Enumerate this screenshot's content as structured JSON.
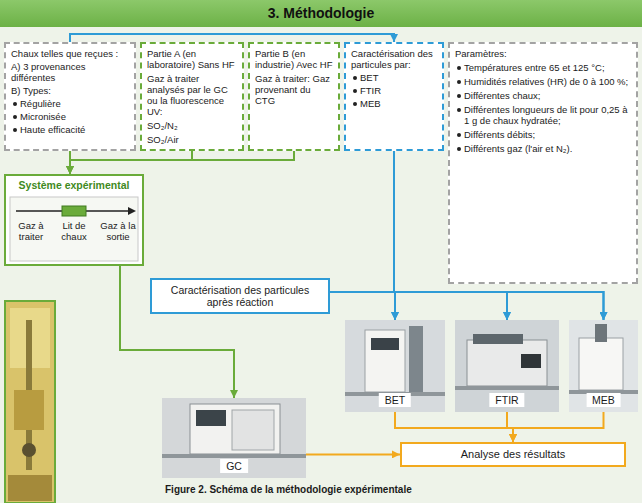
{
  "diagram": {
    "title": "3. Méthodologie",
    "caption": "Figure 2. Schéma de la méthodologie expérimentale",
    "nodes": [
      {
        "text": [
          "Chaux telles que reçues :",
          "A) 3 provenances différentes",
          "B) Types:",
          "Régulière",
          "Micronisée",
          "Haute efficacité"
        ]
      },
      {
        "text": [
          "Partie A (en laboratoire) Sans HF",
          "Gaz à traiter analysés par le GC ou la fluorescence UV:",
          "SO₂/N₂",
          "SO₂/Air"
        ]
      },
      {
        "text": [
          "Partie B (en industrie) Avec HF",
          "Gaz à traiter: Gaz provenant du CTG"
        ]
      },
      {
        "text": [
          "Caractérisation des particules par:",
          "BET",
          "FTIR",
          "MEB"
        ]
      },
      {
        "text": [
          "Paramètres:",
          "Températures entre 65 et 125 °C;",
          "Humidités relatives (HR) de 0 à 100 %;",
          "Différentes chaux;",
          "Différentes longueurs de lit pour 0,25 à 1 g de chaux hydratée;",
          "Différents débits;",
          "Différents gaz (l'air et N₂)."
        ]
      },
      {
        "text": [
          "Système expérimental",
          "Gaz à traiter",
          "Lit de chaux",
          "Gaz à la sortie"
        ]
      },
      {
        "text": [
          "Caractérisation des particules après réaction"
        ]
      },
      {
        "text": [
          "BET"
        ]
      },
      {
        "text": [
          "FTIR"
        ]
      },
      {
        "text": [
          "MEB"
        ]
      },
      {
        "text": [
          "GC"
        ]
      },
      {
        "text": [
          "Analyse des résultats"
        ]
      }
    ],
    "edges": [
      {
        "from": 0,
        "to": 3,
        "arrow": "to"
      },
      {
        "from": 0,
        "to": 5,
        "arrow": "to"
      },
      {
        "from": 1,
        "to": 5,
        "arrow": "to"
      },
      {
        "from": 2,
        "to": 5,
        "arrow": "to"
      },
      {
        "from": 5,
        "to": 10,
        "arrow": "to"
      },
      {
        "from": 3,
        "to": 7,
        "arrow": "to"
      },
      {
        "from": 3,
        "to": 8,
        "arrow": "to"
      },
      {
        "from": 3,
        "to": 9,
        "arrow": "to"
      },
      {
        "from": 6,
        "to": 7,
        "arrow": "to"
      },
      {
        "from": 6,
        "to": 8,
        "arrow": "to"
      },
      {
        "from": 6,
        "to": 9,
        "arrow": "to"
      },
      {
        "from": 7,
        "to": 11,
        "arrow": "to"
      },
      {
        "from": 8,
        "to": 11,
        "arrow": "to"
      },
      {
        "from": 9,
        "to": 11,
        "arrow": "to"
      },
      {
        "from": 10,
        "to": 11,
        "arrow": "to"
      }
    ]
  }
}
